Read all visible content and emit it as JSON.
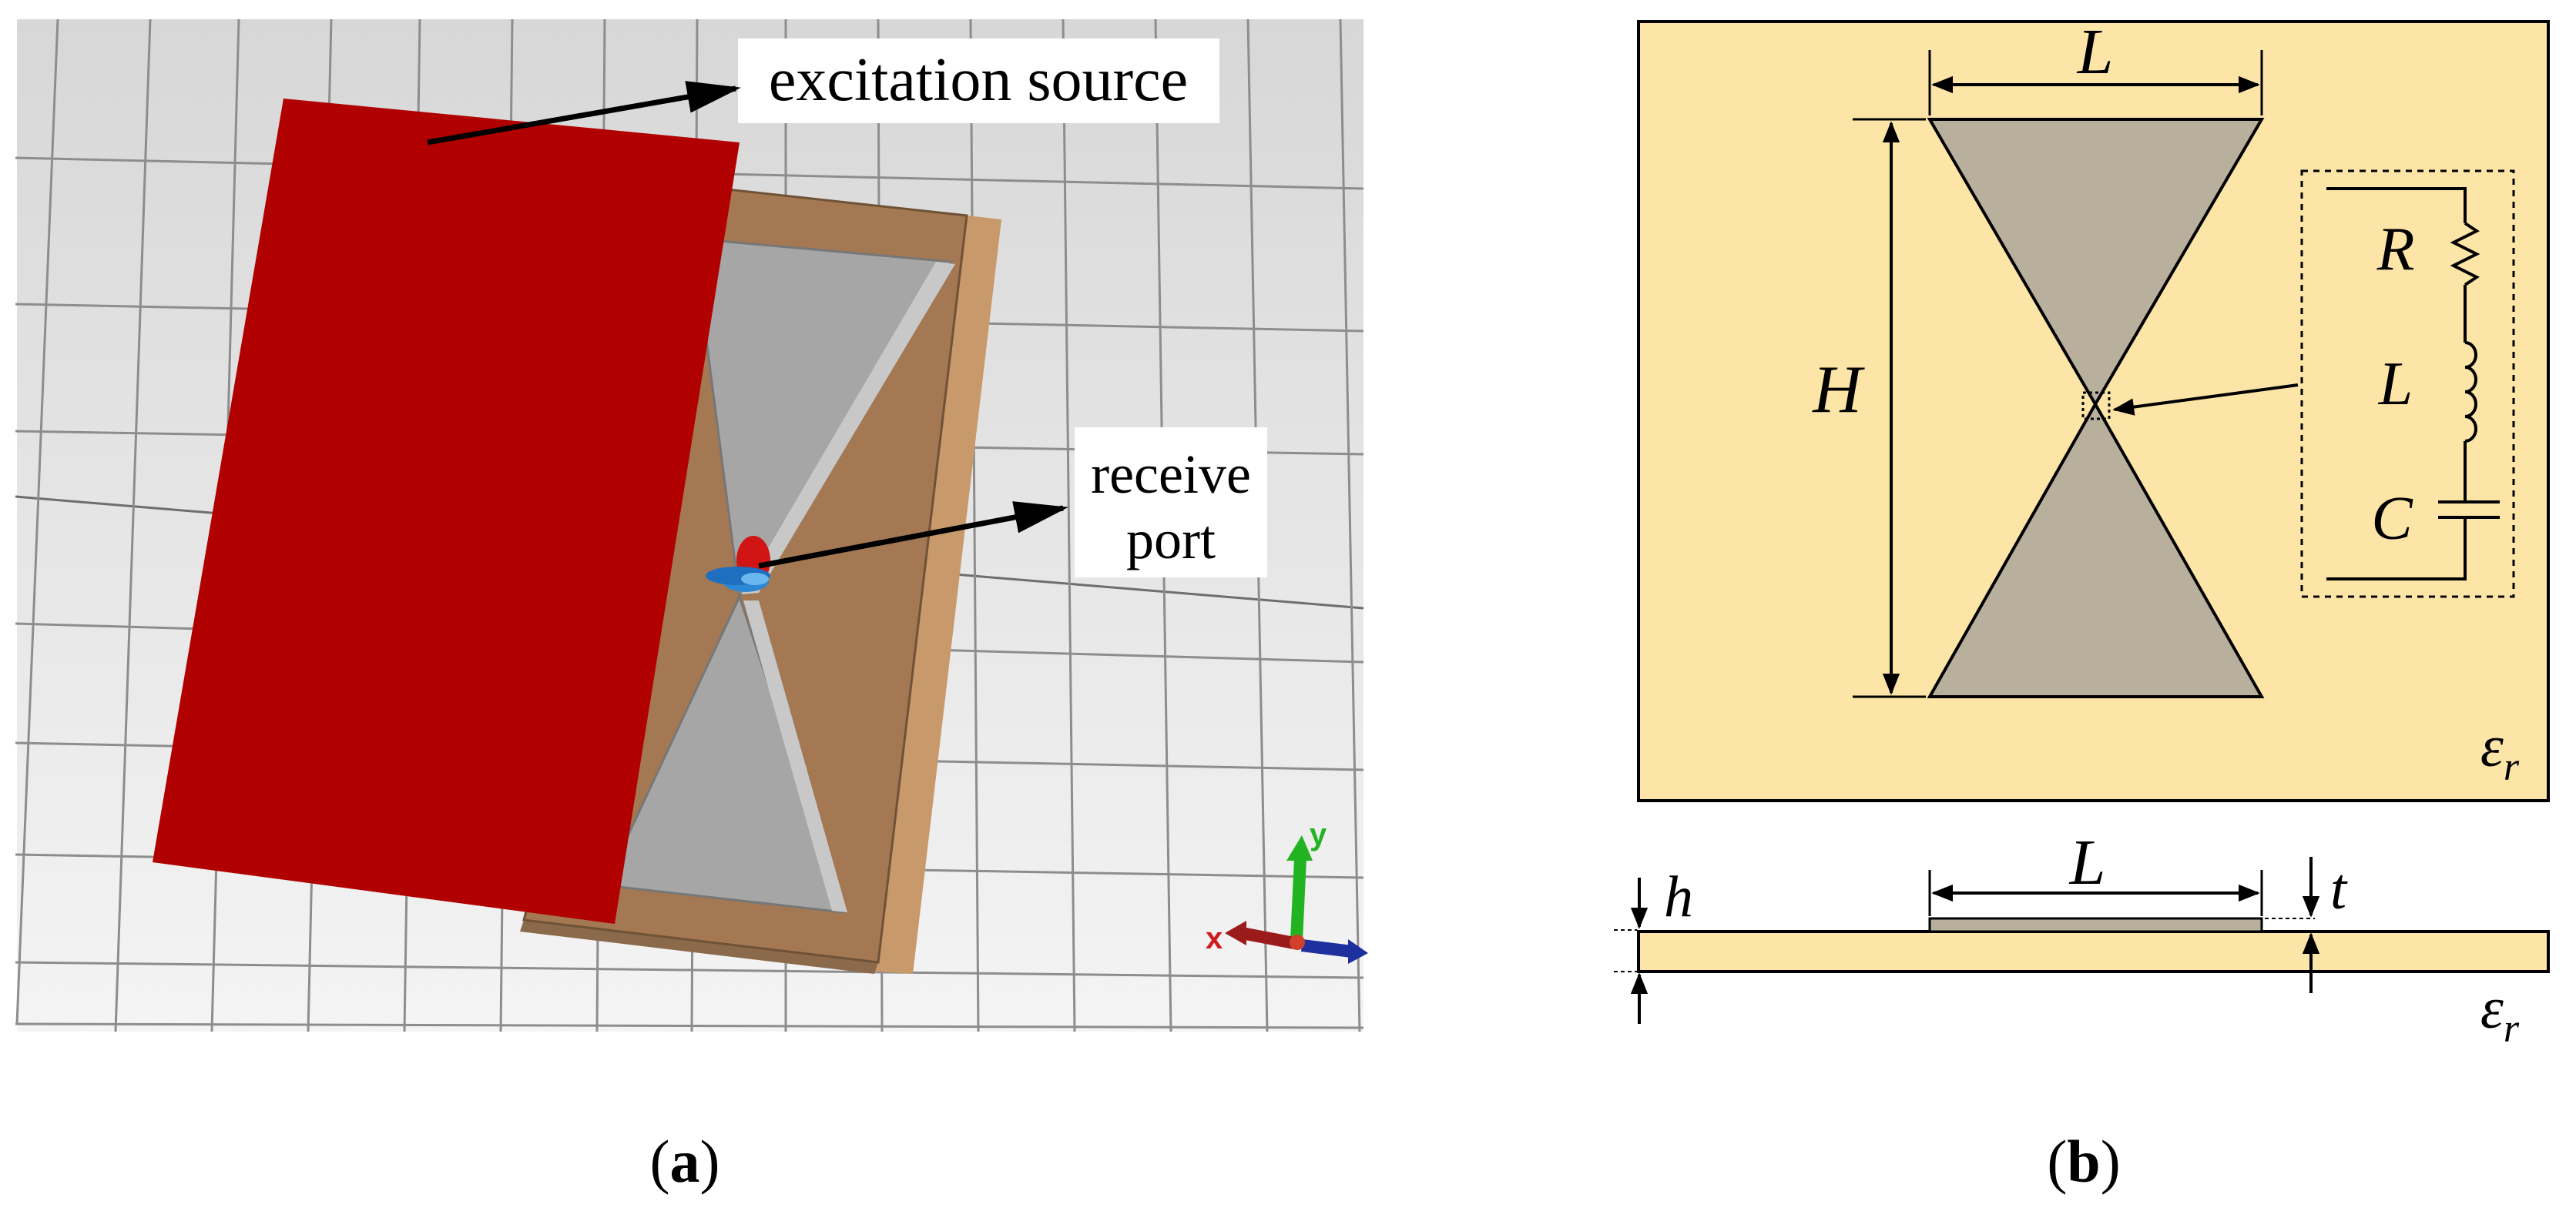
{
  "panel_a": {
    "caption_prefix": "(",
    "caption_letter": "a",
    "caption_suffix": ")",
    "label_excitation": "excitation source",
    "label_receive_line1": "receive",
    "label_receive_line2": "port",
    "axis_x": "x",
    "axis_y": "y"
  },
  "panel_b": {
    "caption_prefix": "(",
    "caption_letter": "b",
    "caption_suffix": ")",
    "dim_L_top": "L",
    "dim_H": "H",
    "circuit_R": "R",
    "circuit_L": "L",
    "circuit_C": "C",
    "eps_top": "ε",
    "eps_top_sub": "r",
    "dim_L_side": "L",
    "dim_h": "h",
    "dim_t": "t",
    "eps_side": "ε",
    "eps_side_sub": "r"
  },
  "colors": {
    "background_grid": "#e6e6e6",
    "excitation": "#b10000",
    "substrate_3d": "#a57a55",
    "metal": "#a8a8a8",
    "substrate_2d": "#fde5a7",
    "metal_2d": "#b8b09c"
  }
}
